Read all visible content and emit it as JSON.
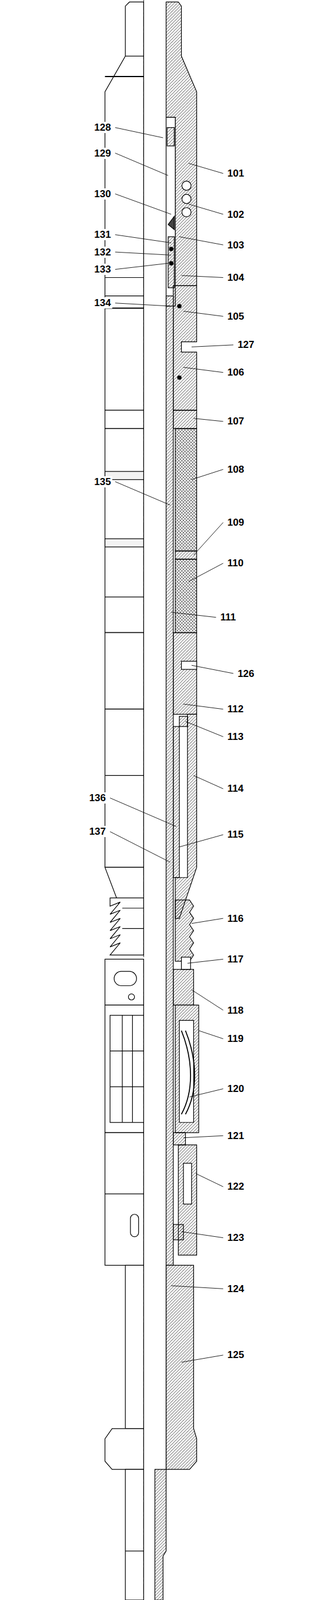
{
  "diagram": {
    "labels": [
      "128",
      "129",
      "101",
      "130",
      "102",
      "131",
      "103",
      "132",
      "133",
      "104",
      "134",
      "105",
      "127",
      "106",
      "107",
      "108",
      "135",
      "109",
      "110",
      "111",
      "126",
      "112",
      "113",
      "114",
      "136",
      "115",
      "137",
      "116",
      "117",
      "118",
      "119",
      "120",
      "121",
      "122",
      "123",
      "124",
      "125"
    ]
  }
}
